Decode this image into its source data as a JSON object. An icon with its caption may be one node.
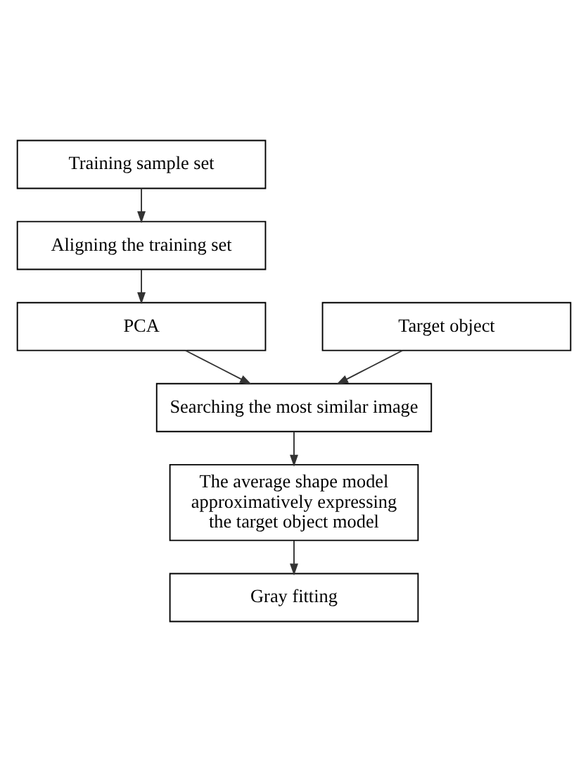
{
  "diagram": {
    "nodes": [
      {
        "text": [
          "Training sample set"
        ]
      },
      {
        "text": [
          "Aligning the training set"
        ]
      },
      {
        "text": [
          "PCA"
        ]
      },
      {
        "text": [
          "Target object"
        ]
      },
      {
        "text": [
          "Searching the most similar image"
        ]
      },
      {
        "text": [
          "The average shape model approximatively expressing the target object model"
        ]
      },
      {
        "text": [
          "Gray fitting"
        ]
      }
    ],
    "edges": [
      {
        "from": 0,
        "to": 1,
        "arrow": "to"
      },
      {
        "from": 1,
        "to": 2,
        "arrow": "to"
      },
      {
        "from": 2,
        "to": 4,
        "arrow": "to"
      },
      {
        "from": 3,
        "to": 4,
        "arrow": "to"
      },
      {
        "from": 4,
        "to": 5,
        "arrow": "to"
      },
      {
        "from": 5,
        "to": 6,
        "arrow": "to"
      }
    ]
  }
}
